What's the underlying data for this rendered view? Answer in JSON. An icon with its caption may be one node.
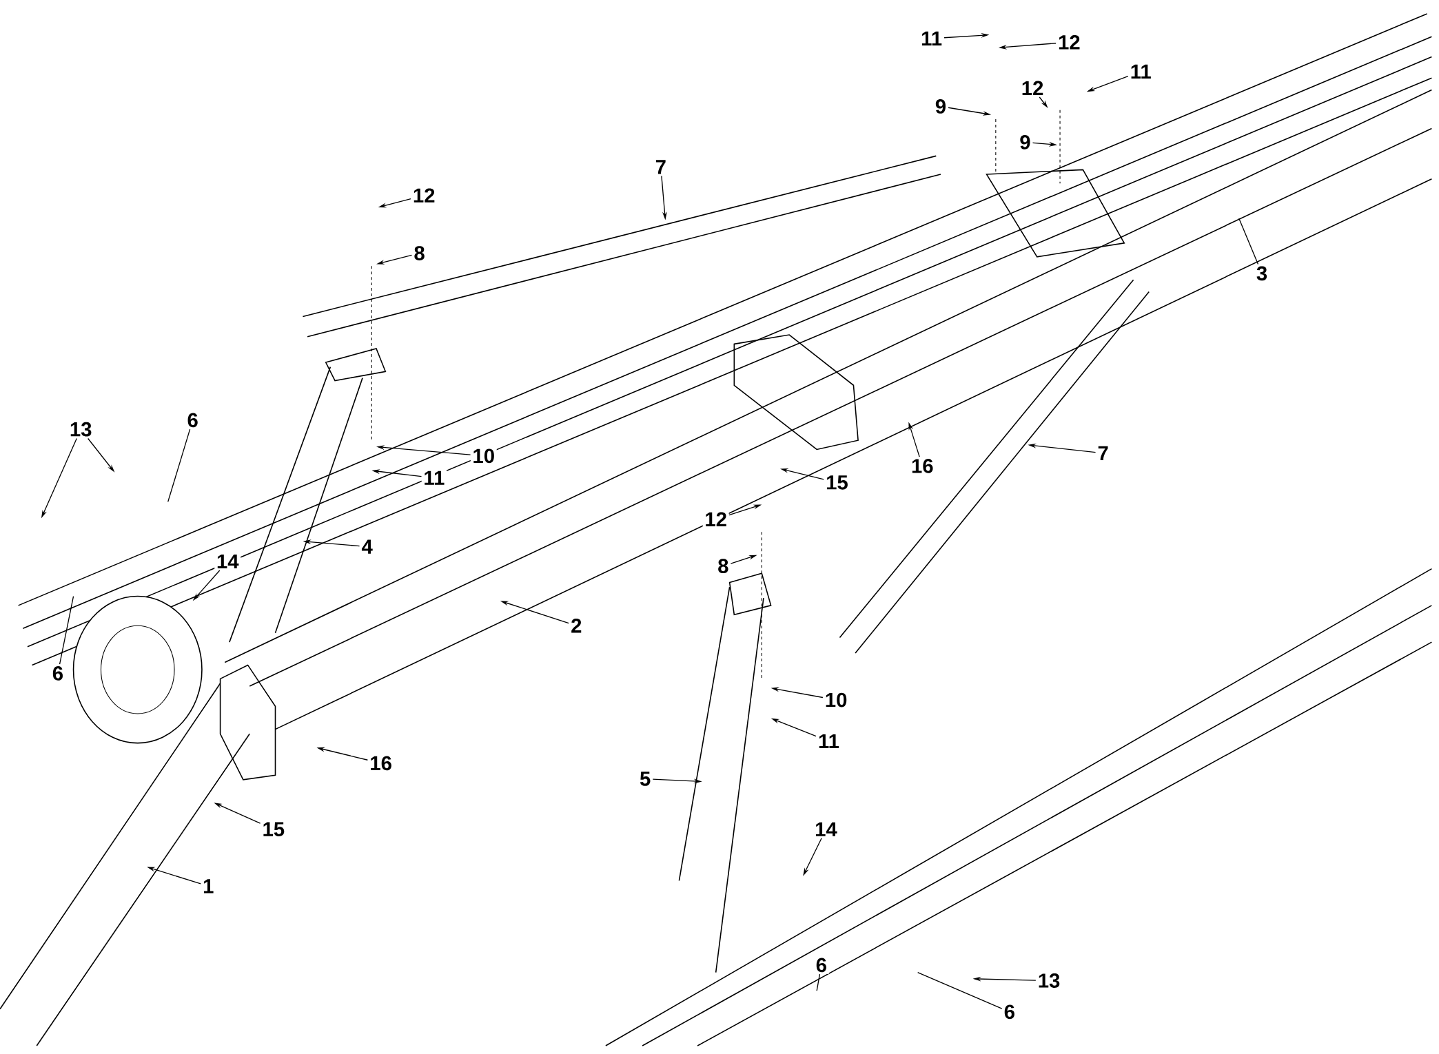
{
  "diagram": {
    "nodes": [
      {
        "text": [
          "11"
        ]
      },
      {
        "text": [
          "12"
        ]
      },
      {
        "text": [
          "11"
        ]
      },
      {
        "text": [
          "12"
        ]
      },
      {
        "text": [
          "9"
        ]
      },
      {
        "text": [
          "9"
        ]
      },
      {
        "text": [
          "7"
        ]
      },
      {
        "text": [
          "12"
        ]
      },
      {
        "text": [
          "8"
        ]
      },
      {
        "text": [
          "3"
        ]
      },
      {
        "text": [
          "10"
        ]
      },
      {
        "text": [
          "16"
        ]
      },
      {
        "text": [
          "7"
        ]
      },
      {
        "text": [
          "11"
        ]
      },
      {
        "text": [
          "15"
        ]
      },
      {
        "text": [
          "13"
        ]
      },
      {
        "text": [
          "6"
        ]
      },
      {
        "text": [
          "12"
        ]
      },
      {
        "text": [
          "4"
        ]
      },
      {
        "text": [
          "14"
        ]
      },
      {
        "text": [
          "8"
        ]
      },
      {
        "text": [
          "2"
        ]
      },
      {
        "text": [
          "6"
        ]
      },
      {
        "text": [
          "10"
        ]
      },
      {
        "text": [
          "16"
        ]
      },
      {
        "text": [
          "11"
        ]
      },
      {
        "text": [
          "5"
        ]
      },
      {
        "text": [
          "15"
        ]
      },
      {
        "text": [
          "1"
        ]
      },
      {
        "text": [
          "14"
        ]
      },
      {
        "text": [
          "6"
        ]
      },
      {
        "text": [
          "13"
        ]
      },
      {
        "text": [
          "6"
        ]
      }
    ],
    "edges": [
      {
        "from": 0,
        "to": null,
        "arrow": "to"
      },
      {
        "from": 1,
        "to": null,
        "arrow": "to"
      },
      {
        "from": 2,
        "to": null,
        "arrow": "to"
      },
      {
        "from": 3,
        "to": null,
        "arrow": "to"
      },
      {
        "from": 4,
        "to": null,
        "arrow": "to"
      },
      {
        "from": 5,
        "to": null,
        "arrow": "to"
      },
      {
        "from": 6,
        "to": null,
        "arrow": "to"
      },
      {
        "from": 7,
        "to": null,
        "arrow": "to"
      },
      {
        "from": 8,
        "to": null,
        "arrow": "to"
      },
      {
        "from": 9,
        "to": null,
        "arrow": "none"
      },
      {
        "from": 10,
        "to": null,
        "arrow": "to"
      },
      {
        "from": 11,
        "to": null,
        "arrow": "to"
      },
      {
        "from": 12,
        "to": null,
        "arrow": "to"
      },
      {
        "from": 13,
        "to": null,
        "arrow": "to"
      },
      {
        "from": 14,
        "to": null,
        "arrow": "to"
      },
      {
        "from": 15,
        "to": null,
        "arrow": "to"
      },
      {
        "from": 15,
        "to": null,
        "arrow": "to"
      },
      {
        "from": 16,
        "to": null,
        "arrow": "none"
      },
      {
        "from": 17,
        "to": null,
        "arrow": "to"
      },
      {
        "from": 18,
        "to": null,
        "arrow": "to"
      },
      {
        "from": 19,
        "to": null,
        "arrow": "to"
      },
      {
        "from": 20,
        "to": null,
        "arrow": "to"
      },
      {
        "from": 21,
        "to": null,
        "arrow": "to"
      },
      {
        "from": 22,
        "to": null,
        "arrow": "none"
      },
      {
        "from": 23,
        "to": null,
        "arrow": "to"
      },
      {
        "from": 24,
        "to": null,
        "arrow": "to"
      },
      {
        "from": 25,
        "to": null,
        "arrow": "to"
      },
      {
        "from": 26,
        "to": null,
        "arrow": "to"
      },
      {
        "from": 27,
        "to": null,
        "arrow": "to"
      },
      {
        "from": 28,
        "to": null,
        "arrow": "to"
      },
      {
        "from": 29,
        "to": null,
        "arrow": "to"
      },
      {
        "from": 30,
        "to": null,
        "arrow": "none"
      },
      {
        "from": 31,
        "to": null,
        "arrow": "to"
      },
      {
        "from": 32,
        "to": null,
        "arrow": "none"
      }
    ]
  }
}
